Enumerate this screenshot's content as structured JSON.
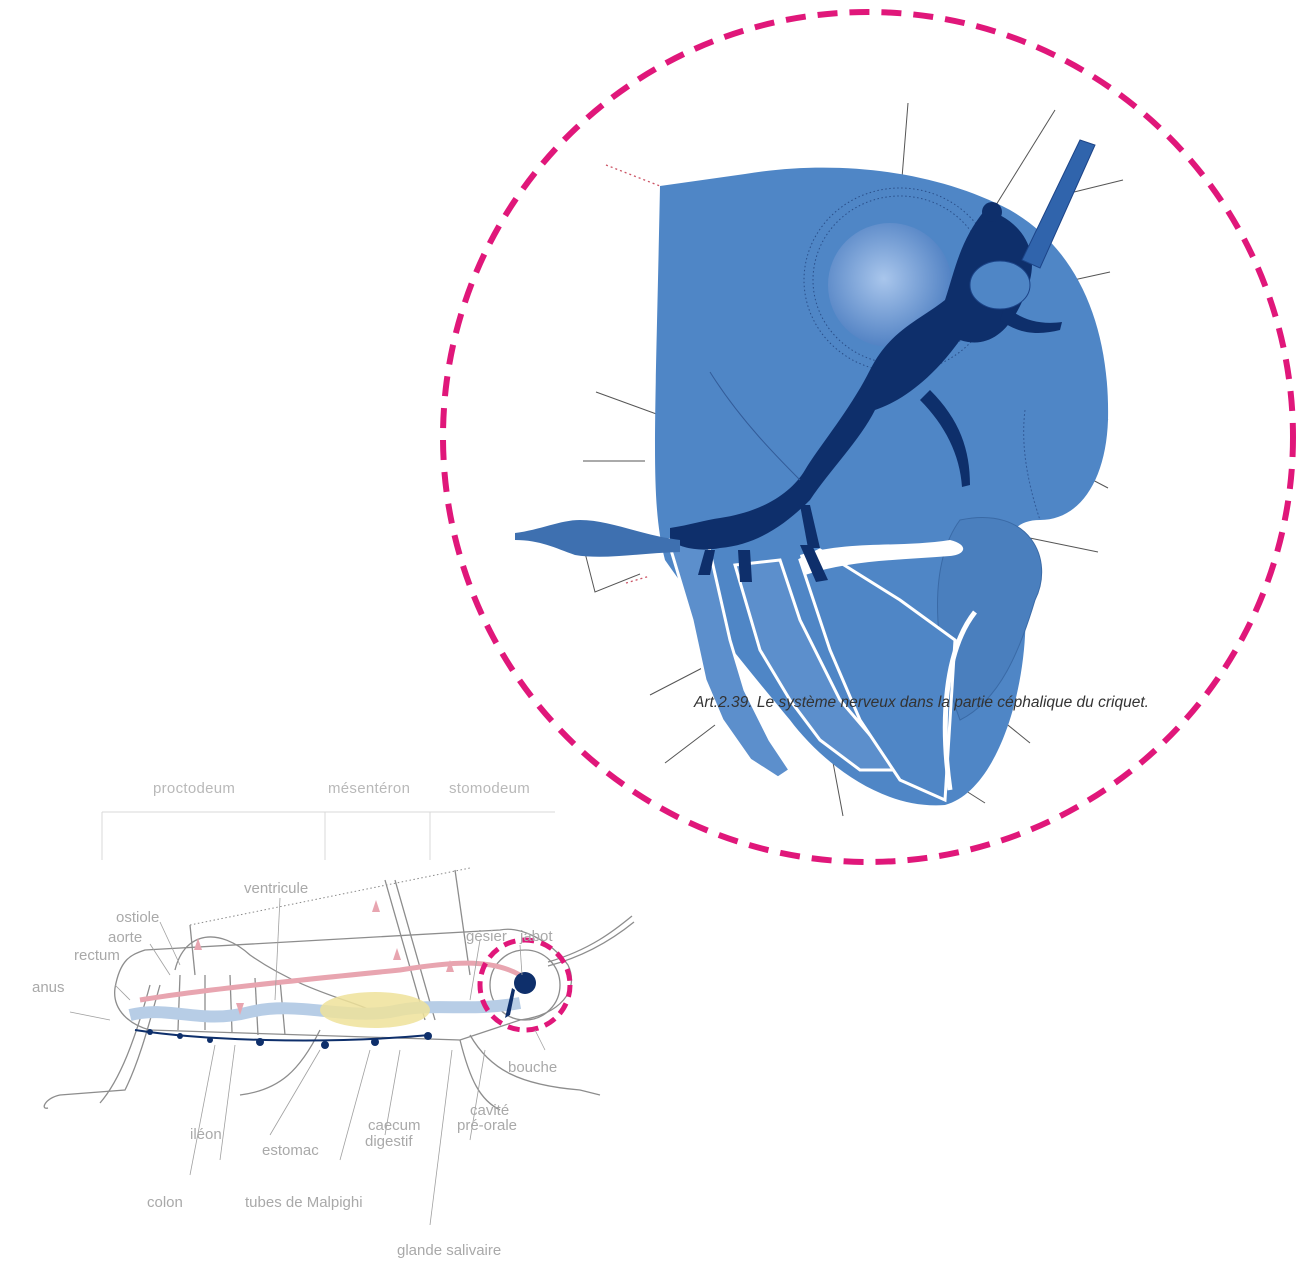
{
  "caption": "Art.2.39. Le système nerveux dans la partie céphalique du criquet.",
  "regions": {
    "proctodeum": "proctodeum",
    "mesenteron": "mésentéron",
    "stomodeum": "stomodeum"
  },
  "labels": {
    "ventricule": "ventricule",
    "ostiole": "ostiole",
    "aorte": "aorte",
    "rectum": "rectum",
    "anus": "anus",
    "gesier": "gésier",
    "jabot": "jabot",
    "bouche": "bouche",
    "cavite": "cavité",
    "pre_orale": "pré-orale",
    "caecum": "caecum",
    "digestif": "digestif",
    "ileon": "iléon",
    "estomac": "estomac",
    "colon": "colon",
    "tubes_malpighi": "tubes de Malpighi",
    "glande_salivaire": "glande salivaire"
  },
  "colors": {
    "highlight_dashed": "#e0177a",
    "head_fill": "#4f86c6",
    "nerve_dark": "#0e2f6b",
    "eye_light": "#8fb3e0",
    "gut_pink": "#e8a5b0",
    "gut_blue": "#b7cde6",
    "caecum_yellow": "#eee29a",
    "outline_grey": "#8d8d8d"
  }
}
